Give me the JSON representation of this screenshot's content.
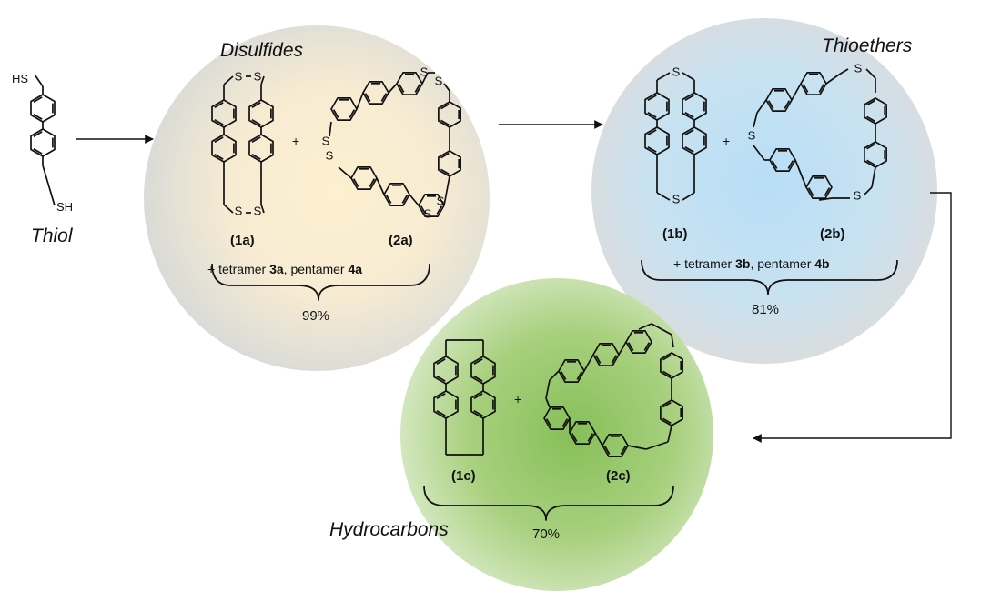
{
  "thiol": {
    "title": "Thiol",
    "atom_top": "HS",
    "atom_bottom": "SH"
  },
  "disulfides": {
    "title": "Disulfides",
    "product_1": "(1a)",
    "product_2": "(2a)",
    "plus": "+",
    "note_prefix": "+ tetramer ",
    "note_b1": "3a",
    "note_mid": ", pentamer ",
    "note_b2": "4a",
    "yield": "99%",
    "atom": "S",
    "color": "#fdf0d2"
  },
  "thioethers": {
    "title": "Thioethers",
    "product_1": "(1b)",
    "product_2": "(2b)",
    "plus": "+",
    "note_prefix": "+ tetramer ",
    "note_b1": "3b",
    "note_mid": ", pentamer ",
    "note_b2": "4b",
    "yield": "81%",
    "atom": "S",
    "color": "#bcdff5"
  },
  "hydrocarbons": {
    "title": "Hydrocarbons",
    "product_1": "(1c)",
    "product_2": "(2c)",
    "plus": "+",
    "yield": "70%",
    "color": "#a9d07d"
  }
}
